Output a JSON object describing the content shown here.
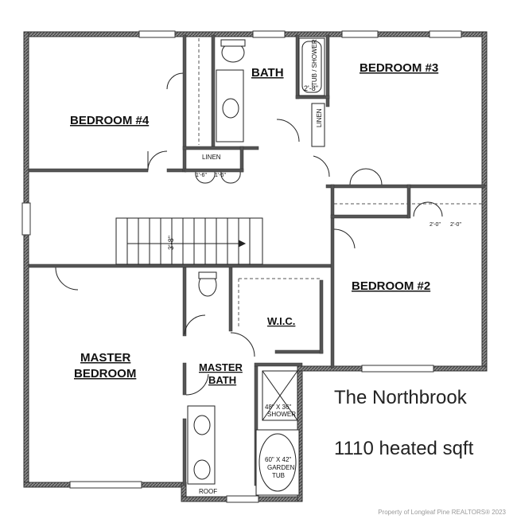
{
  "plan": {
    "name": "The Northbrook",
    "area": "1110 heated sqft",
    "watermark": "Property of Longleaf Pine REALTORS® 2023"
  },
  "rooms": {
    "bedroom4": "BEDROOM #4",
    "bedroom3": "BEDROOM #3",
    "bedroom2": "BEDROOM #2",
    "bath": "BATH",
    "master_line1": "MASTER",
    "master_line2": "BEDROOM",
    "master_bath_line1": "MASTER",
    "master_bath_line2": "BATH",
    "wic": "W.I.C.",
    "linen": "LINEN",
    "linen_vertical": "LINEN"
  },
  "fixtures": {
    "tub_shower": "TUB / SHOWER",
    "shower_line1": "48\" X 36\"",
    "shower_line2": "SHOWER",
    "garden_tub_line1": "60\" X 42\"",
    "garden_tub_line2": "GARDEN",
    "garden_tub_line3": "TUB",
    "roof": "ROOF"
  },
  "dimensions": {
    "tub_width": "2'-8\"",
    "stair_width": "3'-8\"",
    "closet_left": "1'-6\"",
    "closet_right": "1'-6\"",
    "closet2_left": "2'-0\"",
    "closet2_right": "2'-0\""
  },
  "colors": {
    "wall": "#4a4a4a",
    "wall_fill": "#6b6b6b",
    "line": "#222222"
  }
}
